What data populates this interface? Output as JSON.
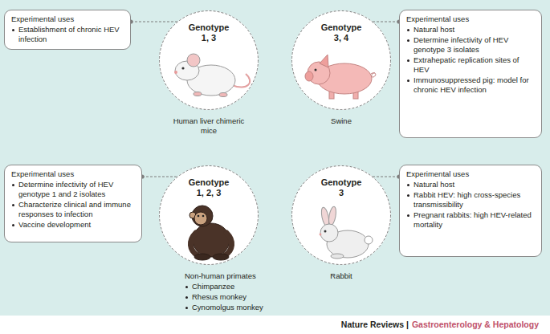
{
  "diagram": {
    "nodes": [
      {
        "text": [
          "Experimental uses",
          "Establishment of chronic HEV infection"
        ]
      },
      {
        "text": [
          "Genotype 1, 3",
          "Human liver chimeric mice"
        ]
      },
      {
        "text": [
          "Genotype 3, 4",
          "Swine"
        ]
      },
      {
        "text": [
          "Experimental uses",
          "Natural host",
          "Determine infectivity of HEV genotype 3 isolates",
          "Extrahepatic replication sites of HEV",
          "Immunosuppressed pig: model for chronic HEV infection"
        ]
      },
      {
        "text": [
          "Experimental uses",
          "Determine infectivity of HEV genotype 1 and 2 isolates",
          "Characterize clinical and immune responses to infection",
          "Vaccine development"
        ]
      },
      {
        "text": [
          "Genotype 1, 2, 3",
          "Non-human primates",
          "Chimpanzee",
          "Rhesus monkey",
          "Cynomolgus monkey"
        ]
      },
      {
        "text": [
          "Genotype 3",
          "Rabbit"
        ]
      },
      {
        "text": [
          "Experimental uses",
          "Natural host",
          "Rabbit HEV: high cross-species transmissibility",
          "Pregnant rabbits: high HEV-related mortality"
        ]
      }
    ],
    "edges": [
      {
        "from": 0,
        "to": 1,
        "arrow": "none"
      },
      {
        "from": 3,
        "to": 2,
        "arrow": "none"
      },
      {
        "from": 4,
        "to": 5,
        "arrow": "none"
      },
      {
        "from": 7,
        "to": 6,
        "arrow": "none"
      }
    ],
    "labels": [
      "Nature Reviews |",
      "Gastroenterology & Hepatology"
    ]
  }
}
